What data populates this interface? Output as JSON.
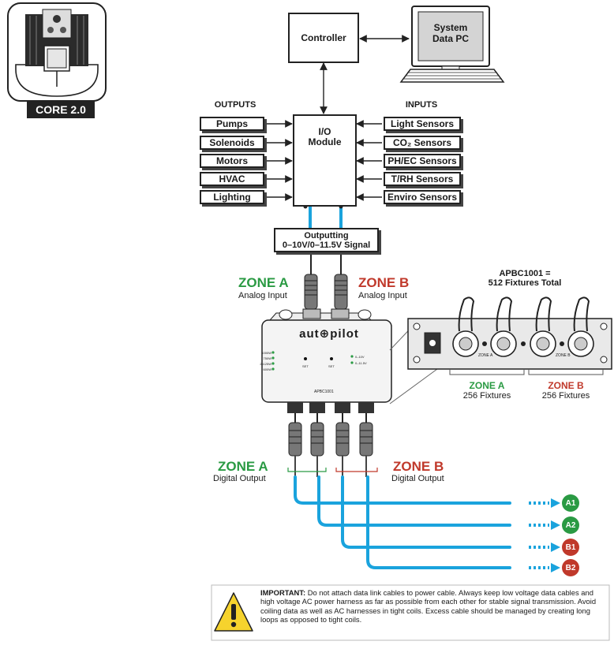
{
  "core": {
    "label": "CORE 2.0"
  },
  "controller": {
    "label": "Controller"
  },
  "system_pc": {
    "line1": "System",
    "line2": "Data PC"
  },
  "io": {
    "line1": "I/O",
    "line2": "Module"
  },
  "outputs": {
    "header": "OUTPUTS",
    "items": [
      "Pumps",
      "Solenoids",
      "Motors",
      "HVAC",
      "Lighting"
    ]
  },
  "inputs": {
    "header": "INPUTS",
    "items": [
      "Light Sensors",
      "CO₂ Sensors",
      "PH/EC Sensors",
      "T/RH Sensors",
      "Enviro Sensors"
    ]
  },
  "signal": {
    "line1": "Outputting",
    "line2": "0–10V/0–11.5V Signal"
  },
  "zone_a_in": {
    "title": "ZONE A",
    "sub": "Analog Input"
  },
  "zone_b_in": {
    "title": "ZONE B",
    "sub": "Analog Input"
  },
  "apbc_total": {
    "line1": "APBC1001 =",
    "line2": "512 Fixtures Total"
  },
  "device": {
    "brand": "aut⊕pilot",
    "model": "APBC1001",
    "leds_left": [
      "1000W",
      "750W",
      "2x125W",
      "600W"
    ],
    "leds_right": [
      "0–10V",
      "0–11.5V"
    ],
    "set_label": "SET"
  },
  "panel": {
    "zone_a_label": "ZONE A",
    "zone_b_label": "ZONE B"
  },
  "zone_a_fix": {
    "title": "ZONE A",
    "sub": "256 Fixtures"
  },
  "zone_b_fix": {
    "title": "ZONE B",
    "sub": "256 Fixtures"
  },
  "zone_a_out": {
    "title": "ZONE A",
    "sub": "Digital Output"
  },
  "zone_b_out": {
    "title": "ZONE B",
    "sub": "Digital Output"
  },
  "endpoints": [
    "A1",
    "A2",
    "B1",
    "B2"
  ],
  "warning": {
    "bold": "IMPORTANT:",
    "text": " Do not attach data link cables to power cable.  Always keep low voltage data cables and high voltage AC power harness as far as possible from each other for stable signal transmission. Avoid coiling data as well as AC harnesses in tight coils. Excess cable should be managed by creating long loops as opposed to tight coils."
  },
  "colors": {
    "cable": "#1aa3dd",
    "green": "#2a9a43",
    "red": "#c0392b"
  }
}
